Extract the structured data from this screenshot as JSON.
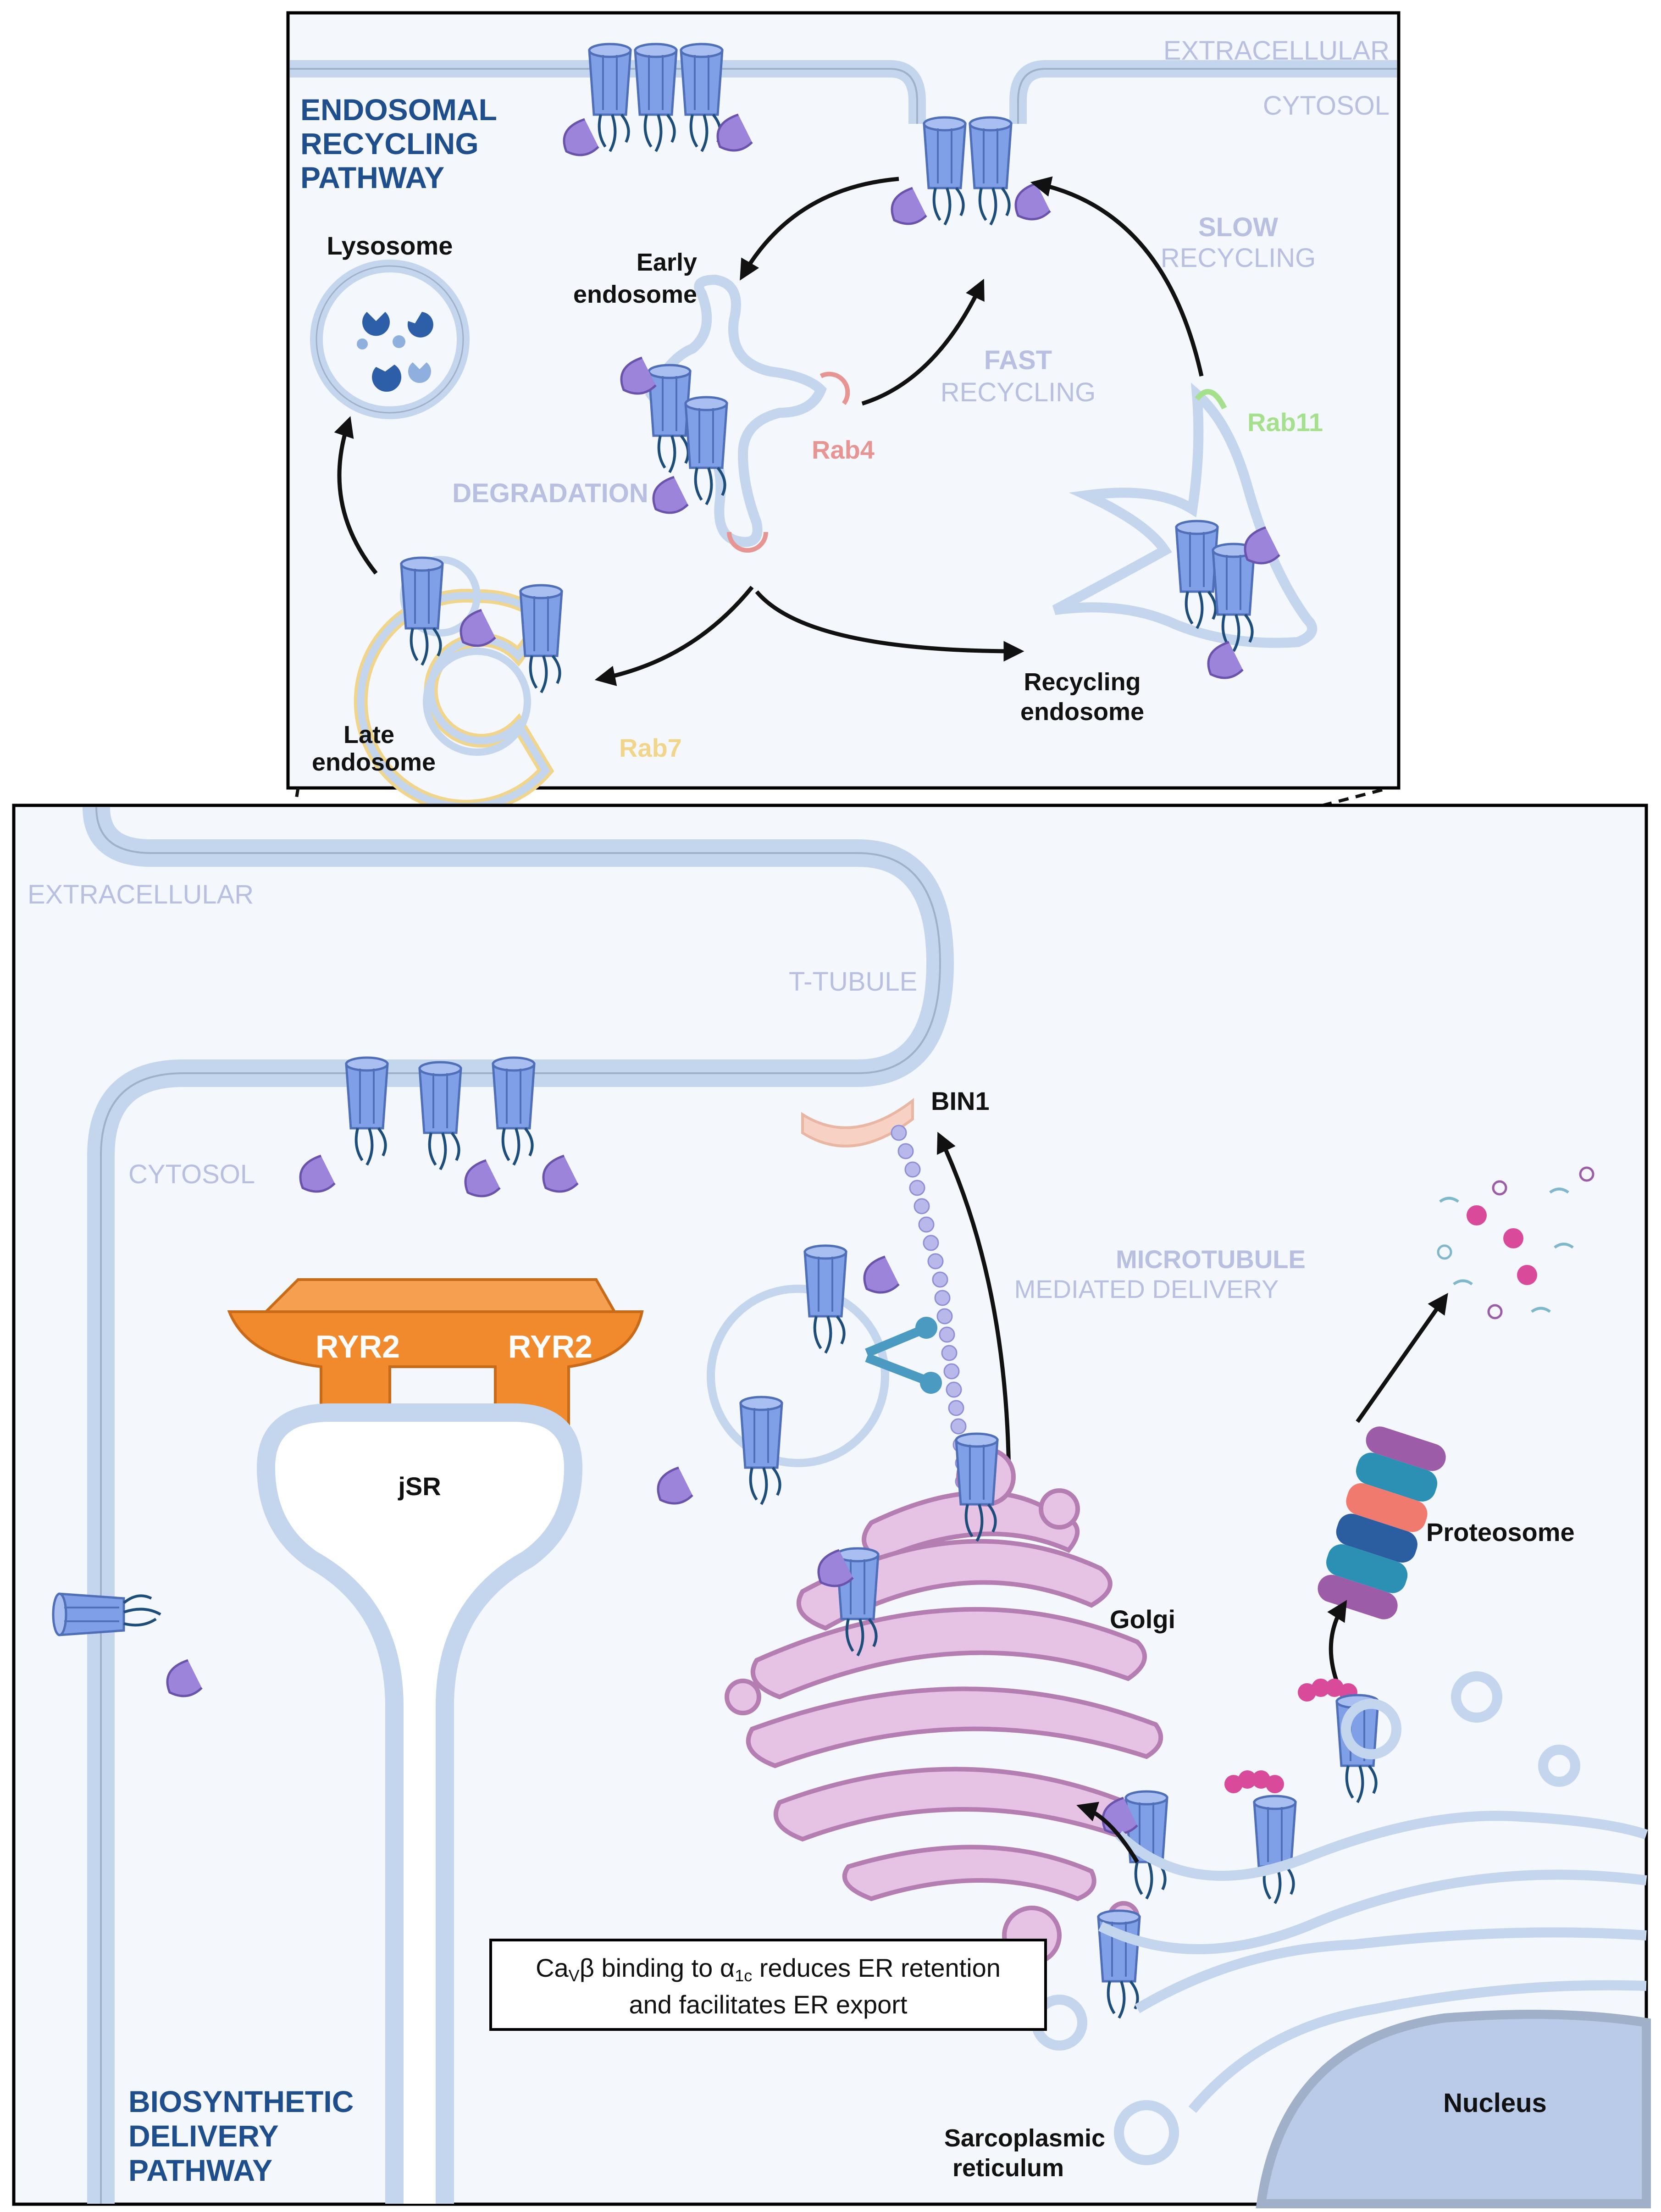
{
  "top_panel": {
    "title_line1": "ENDOSOMAL",
    "title_line2": "RECYCLING",
    "title_line3": "PATHWAY",
    "extracellular": "EXTRACELLULAR",
    "cytosol": "CYTOSOL",
    "lysosome": "Lysosome",
    "early_endosome_1": "Early",
    "early_endosome_2": "endosome",
    "fast_1": "FAST",
    "fast_2": "RECYCLING",
    "slow_1": "SLOW",
    "slow_2": "RECYCLING",
    "rab4": "Rab4",
    "rab11": "Rab11",
    "rab7": "Rab7",
    "degradation": "DEGRADATION",
    "late_endosome_1": "Late",
    "late_endosome_2": "endosome",
    "recycling_endosome_1": "Recycling",
    "recycling_endosome_2": "endosome"
  },
  "bottom_panel": {
    "extracellular": "EXTRACELLULAR",
    "cytosol": "CYTOSOL",
    "t_tubule": "T-TUBULE",
    "bin1": "BIN1",
    "ryr2_left": "RYR2",
    "ryr2_right": "RYR2",
    "jsr": "jSR",
    "microtubule_1": "MICROTUBULE",
    "microtubule_2": "MEDIATED DELIVERY",
    "proteosome": "Proteosome",
    "golgi": "Golgi",
    "note_line1_pre": "Ca",
    "note_line1_sub": "V",
    "note_line1_mid": "β binding to α",
    "note_line1_sub2": "1c",
    "note_line1_post": " reduces ER retention",
    "note_line2": "and facilitates ER export",
    "nucleus": "Nucleus",
    "sr_1": "Sarcoplasmic",
    "sr_2": "reticulum",
    "pathway_line1": "BIOSYNTHETIC",
    "pathway_line2": "DELIVERY",
    "pathway_line3": "PATHWAY"
  },
  "colors": {
    "membrane": "#c3d6ee",
    "membrane_outline": "#9fb0c8",
    "channel": "#7f9fe6",
    "beta_subunit": "#9b84d9",
    "ryr2": "#f08a2c",
    "golgi": "#d9a6d6",
    "nucleus": "#b9cbe9",
    "title_blue": "#1f4e8c",
    "pale_label": "#b8bfe0",
    "rab4": "#e79592",
    "rab11": "#a5e08c",
    "rab7": "#f0d58a",
    "panel_bg": "#f4f7fc"
  }
}
